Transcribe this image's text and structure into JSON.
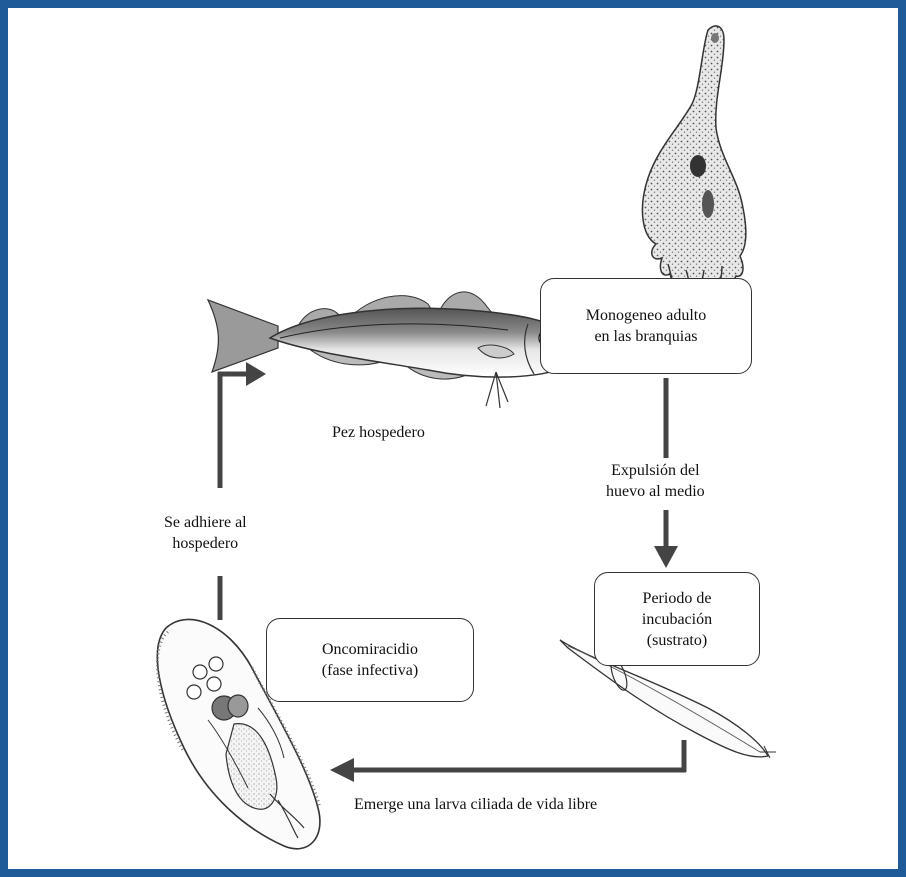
{
  "diagram": {
    "stages": {
      "adult": "Monogeneo adulto\nen las branquias",
      "incubation": "Periodo de\nincubación\n(sustrato)",
      "oncomiracidium": "Oncomiracidio\n(fase infectiva)"
    },
    "labels": {
      "host": "Pez hospedero",
      "egg_release": "Expulsión del\nhuevo al medio",
      "larva_emerges": "Emerge una larva ciliada de vida libre",
      "attaches": "Se adhiere al\nhospedero"
    },
    "colors": {
      "frame": "#1f5a99",
      "arrow": "#444444"
    }
  }
}
